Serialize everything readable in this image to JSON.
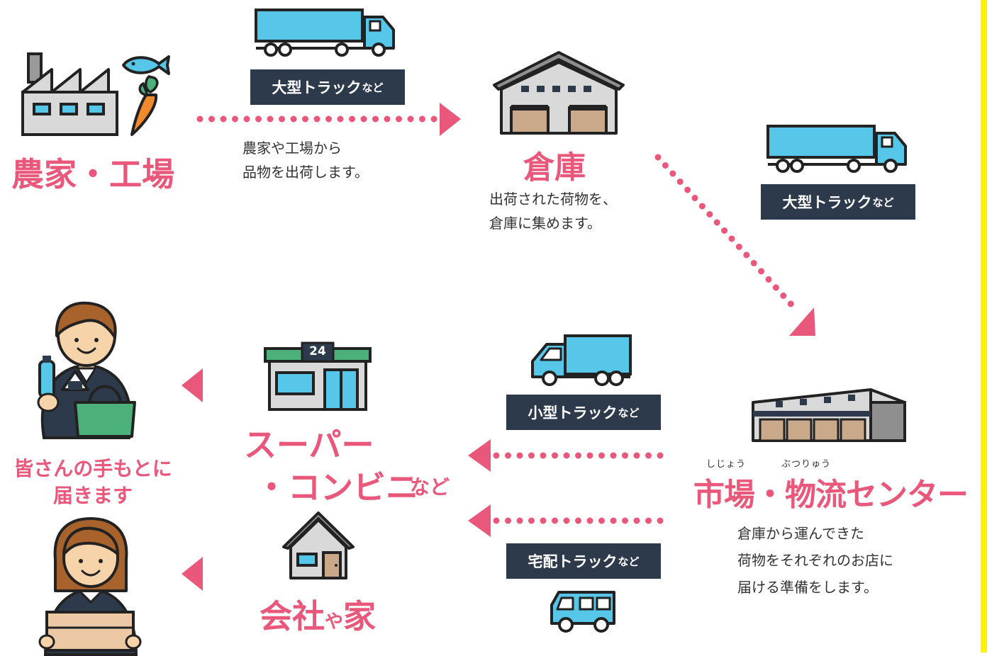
{
  "nodes": {
    "farm": {
      "title": "農家・工場"
    },
    "warehouse": {
      "title": "倉庫",
      "desc": [
        "出荷された荷物を、",
        "倉庫に集めます。"
      ]
    },
    "market": {
      "title": "市場・物流センター",
      "ruby_left": "しじょう",
      "ruby_right": "ぶつりゅう",
      "desc": [
        "倉庫から運んできた",
        "荷物をそれぞれのお店に",
        "届ける準備をします。"
      ]
    },
    "store": {
      "title_line1": "スーパー",
      "title_line2": "・コンビニ",
      "suffix": "など",
      "sign": "24"
    },
    "home": {
      "title": "会社",
      "small": "や",
      "title_tail": "家"
    },
    "consumer": {
      "line1": "皆さんの手もとに",
      "line2": "届きます"
    }
  },
  "edges": {
    "farm_to_warehouse": {
      "desc": [
        "農家や工場から",
        "品物を出荷します。"
      ]
    }
  },
  "trucks": {
    "large1": {
      "label": "大型トラック",
      "suffix": "など"
    },
    "large2": {
      "label": "大型トラック",
      "suffix": "など"
    },
    "small": {
      "label": "小型トラック",
      "suffix": "など"
    },
    "delivery": {
      "label": "宅配トラック",
      "suffix": "など"
    }
  },
  "colors": {
    "accent": "#e9587a",
    "truck": "#56c7e8",
    "badge": "#2d3a4c",
    "edge": "#fff200"
  }
}
